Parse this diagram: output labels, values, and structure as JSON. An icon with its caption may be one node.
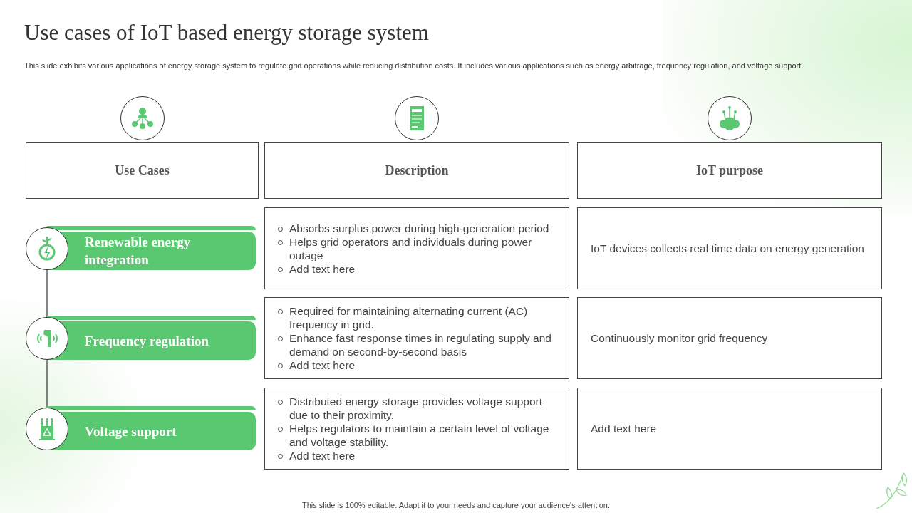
{
  "diagram": {
    "title": "Use cases of IoT based energy storage system",
    "nodes": [
      {
        "text": [
          "Use Cases"
        ]
      },
      {
        "text": [
          "Description"
        ]
      },
      {
        "text": [
          "IoT purpose"
        ]
      },
      {
        "text": [
          "Renewable energy integration"
        ]
      },
      {
        "text": [
          "Absorbs surplus power during high-generation period",
          "Helps grid operators and individuals during power outage",
          "Add text here"
        ]
      },
      {
        "text": [
          "IoT devices collects real time data on energy generation"
        ]
      },
      {
        "text": [
          "Frequency regulation"
        ]
      },
      {
        "text": [
          "Required for maintaining alternating current (AC) frequency in grid.",
          "Enhance fast response times in regulating supply and demand on second-by-second basis",
          "Add text here"
        ]
      },
      {
        "text": [
          "Continuously monitor grid frequency"
        ]
      },
      {
        "text": [
          "Voltage support"
        ]
      },
      {
        "text": [
          "Distributed energy storage provides voltage support due to their proximity.",
          "Helps regulators to maintain a certain level of voltage and voltage stability.",
          "Add text here"
        ]
      },
      {
        "text": [
          "Add text here"
        ]
      }
    ],
    "edges": [
      {
        "from": 3,
        "to": 6,
        "arrow": "none"
      },
      {
        "from": 6,
        "to": 9,
        "arrow": "none"
      }
    ],
    "labels": [
      "This slide exhibits various applications of energy storage system to regulate grid operations while reducing distribution costs. It includes various applications such as energy arbitrage, frequency regulation, and voltage support.",
      "This slide is 100% editable. Adapt it to your needs and capture your audience's attention."
    ]
  }
}
